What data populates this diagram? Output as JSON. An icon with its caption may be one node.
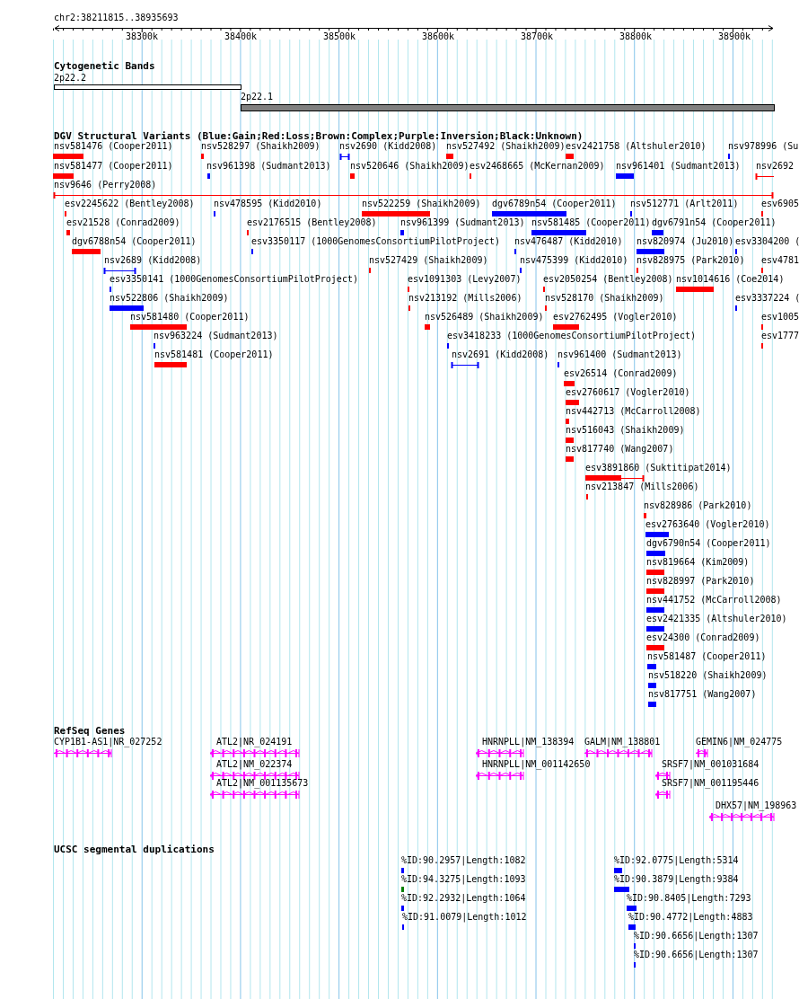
{
  "diagram": {
    "labels": [
      "chr2:38211815..38935693",
      "38300k",
      "38400k",
      "38500k",
      "38600k",
      "38700k",
      "38800k",
      "38900k",
      "Cytogenetic Bands",
      "2p22.2",
      "2p22.1",
      "DGV Structural Variants (Blue:Gain;Red:Loss;Brown:Complex;Purple:Inversion;Black:Unknown)",
      "nsv581476 (Cooper2011)",
      "nsv528297 (Shaikh2009)",
      "nsv2690 (Kidd2008)",
      "nsv527492 (Shaikh2009)",
      "esv2421758 (Altshuler2010)",
      "nsv978996 (Su",
      "nsv581477 (Cooper2011)",
      "nsv961398 (Sudmant2013)",
      "nsv520646 (Shaikh2009)",
      "esv2468665 (McKernan2009)",
      "nsv961401 (Sudmant2013)",
      "nsv2692",
      "nsv9646 (Perry2008)",
      "esv2245622 (Bentley2008)",
      "nsv478595 (Kidd2010)",
      "nsv522259 (Shaikh2009)",
      "dgv6789n54 (Cooper2011)",
      "nsv512771 (Arlt2011)",
      "esv6905",
      "esv21528 (Conrad2009)",
      "esv2176515 (Bentley2008)",
      "nsv961399 (Sudmant2013)",
      "nsv581485 (Cooper2011)",
      "dgv6791n54 (Cooper2011)",
      "dgv6788n54 (Cooper2011)",
      "esv3350117 (1000GenomesConsortiumPilotProject)",
      "nsv476487 (Kidd2010)",
      "nsv820974 (Ju2010)",
      "esv3304200 (",
      "nsv2689 (Kidd2008)",
      "nsv527429 (Shaikh2009)",
      "nsv475399 (Kidd2010)",
      "nsv828975 (Park2010)",
      "esv4781",
      "esv3350141 (1000GenomesConsortiumPilotProject)",
      "esv1091303 (Levy2007)",
      "esv2050254 (Bentley2008)",
      "nsv1014616 (Coe2014)",
      "nsv522806 (Shaikh2009)",
      "nsv213192 (Mills2006)",
      "nsv528170 (Shaikh2009)",
      "esv3337224 (",
      "nsv581480 (Cooper2011)",
      "nsv526489 (Shaikh2009)",
      "esv2762495 (Vogler2010)",
      "esv1005",
      "nsv963224 (Sudmant2013)",
      "esv3418233 (1000GenomesConsortiumPilotProject)",
      "esv1777",
      "nsv581481 (Cooper2011)",
      "nsv2691 (Kidd2008)",
      "nsv961400 (Sudmant2013)",
      "esv26514 (Conrad2009)",
      "esv2760617 (Vogler2010)",
      "nsv442713 (McCarroll2008)",
      "nsv516043 (Shaikh2009)",
      "nsv817740 (Wang2007)",
      "esv3891860 (Suktitipat2014)",
      "nsv213847 (Mills2006)",
      "nsv828986 (Park2010)",
      "esv2763640 (Vogler2010)",
      "dgv6790n54 (Cooper2011)",
      "nsv819664 (Kim2009)",
      "nsv828997 (Park2010)",
      "nsv441752 (McCarroll2008)",
      "esv2421335 (Altshuler2010)",
      "esv24300 (Conrad2009)",
      "nsv581487 (Cooper2011)",
      "nsv518220 (Shaikh2009)",
      "nsv817751 (Wang2007)",
      "RefSeq Genes",
      "CYP1B1-AS1|NR_027252",
      "ATL2|NR_024191",
      "HNRNPLL|NM_138394",
      "GALM|NM_138801",
      "GEMIN6|NM_024775",
      "ATL2|NM_022374",
      "HNRNPLL|NM_001142650",
      "SRSF7|NM_001031684",
      "ATL2|NM_001135673",
      "SRSF7|NM_001195446",
      "DHX57|NM_198963",
      "UCSC segmental duplications",
      "%ID:90.2957|Length:1082",
      "%ID:92.0775|Length:5314",
      "%ID:94.3275|Length:1093",
      "%ID:90.3879|Length:9384",
      "%ID:92.2932|Length:1064",
      "%ID:90.8405|Length:7293",
      "%ID:91.0079|Length:1012",
      "%ID:90.4772|Length:4883",
      "%ID:90.6656|Length:1307",
      "%ID:90.6656|Length:1307"
    ]
  }
}
